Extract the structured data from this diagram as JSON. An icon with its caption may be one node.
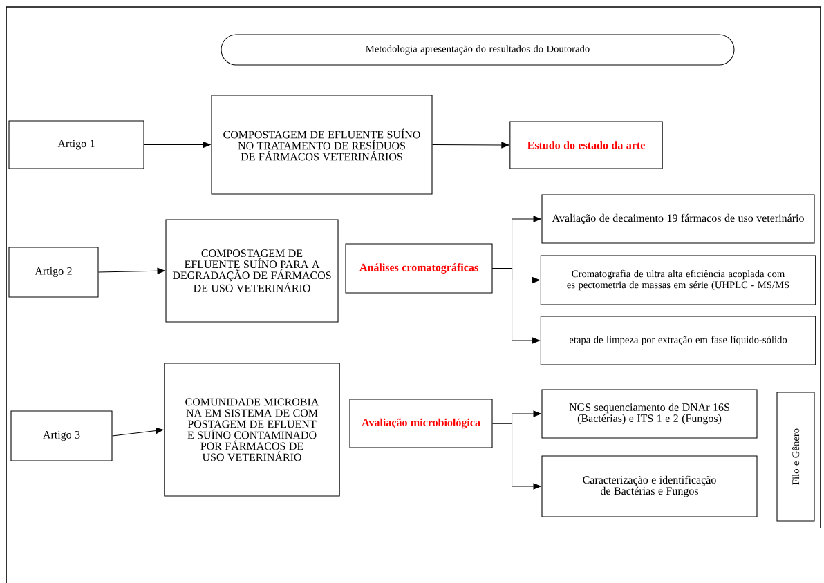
{
  "diagram": {
    "nodes": [
      {
        "text": [
          "Metodologia apresentação do resultados do Doutorado"
        ]
      },
      {
        "text": [
          "Artigo 1"
        ]
      },
      {
        "text": [
          "COMPOSTAGEM DE EFLUENTE SUÍNO NO TRATAMENTO DE RESÍDUOS DE FÁRMACOS VETERINÁRIOS"
        ]
      },
      {
        "text": [
          "Estudo do estado da arte"
        ]
      },
      {
        "text": [
          "Artigo 2"
        ]
      },
      {
        "text": [
          "COMPOSTAGEM DE EFLUENTE SUÍNO PARA A DEGRADAÇÃO DE FÁRMACOS DE USO VETERINÁRIO"
        ]
      },
      {
        "text": [
          "Análises cromatográficas"
        ]
      },
      {
        "text": [
          "Avaliação de decaimento 19 fármacos de uso veterinário"
        ]
      },
      {
        "text": [
          "Cromatografia de ultra alta eficiência acoplada com es pectometria de massas em série (UHPLC - MS/MS"
        ]
      },
      {
        "text": [
          "etapa de limpeza por extração em fase líquido-sólido"
        ]
      },
      {
        "text": [
          "Artigo 3"
        ]
      },
      {
        "text": [
          "COMUNIDADE MICROBIA NA EM SISTEMA DE COM POSTAGEM DE EFLUENT E SUÍNO CONTAMINADO POR FÁRMACOS DE USO VETERINÁRIO"
        ]
      },
      {
        "text": [
          "Avaliação microbiológica"
        ]
      },
      {
        "text": [
          "NGS sequenciamento de DNAr 16S (Bactérias) e ITS 1 e 2 (Fungos)"
        ]
      },
      {
        "text": [
          "Caracterização e identificação de Bactérias e Fungos"
        ]
      },
      {
        "text": [
          "Filo e Gênero"
        ]
      }
    ],
    "edges": [
      {
        "from": 1,
        "to": 2,
        "arrow": "to"
      },
      {
        "from": 2,
        "to": 3,
        "arrow": "to"
      },
      {
        "from": 4,
        "to": 5,
        "arrow": "to"
      },
      {
        "from": 6,
        "to": 7,
        "arrow": "to"
      },
      {
        "from": 6,
        "to": 8,
        "arrow": "to"
      },
      {
        "from": 6,
        "to": 9,
        "arrow": "to"
      },
      {
        "from": 10,
        "to": 11,
        "arrow": "to"
      },
      {
        "from": 12,
        "to": 13,
        "arrow": "to"
      },
      {
        "from": 12,
        "to": 14,
        "arrow": "to"
      }
    ]
  }
}
